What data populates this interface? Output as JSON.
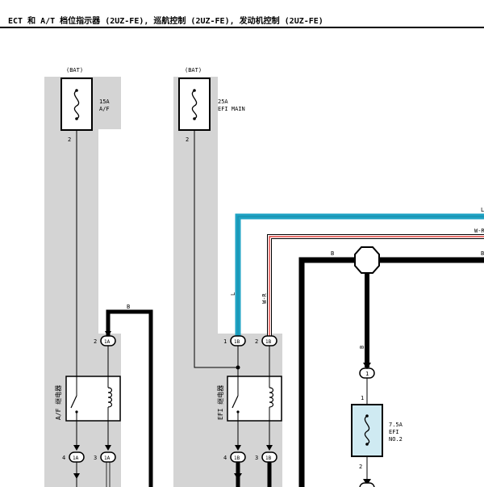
{
  "title": "ECT 和 A/T 档位指示器 (2UZ-FE), 巡航控制 (2UZ-FE), 发动机控制 (2UZ-FE)",
  "colors": {
    "shade": "#d4d4d4",
    "wire_l": "#1ea3c4",
    "wire_wr_red": "#e0403c",
    "relay_fill": "#ffffff",
    "fuse_efi2_fill": "#cfeaf2",
    "black": "#000000"
  },
  "fuses": {
    "af": {
      "source": "(BAT)",
      "rating": "15A",
      "name": "A/F",
      "pin": "2"
    },
    "efi_main": {
      "source": "(BAT)",
      "rating": "25A",
      "name": "EFI MAIN",
      "pin": "2"
    },
    "efi_no2": {
      "rating": "7.5A",
      "name_line1": "EFI",
      "name_line2": "NO.2",
      "pin_top": "1",
      "pin_bottom": "2"
    }
  },
  "relays": {
    "af": {
      "label": "A/F 继电器"
    },
    "efi": {
      "label": "EFI 继电器"
    }
  },
  "wires": {
    "l": "L",
    "wr": "W-R",
    "b_left": "B",
    "b_top": "B",
    "b_vertical": "B",
    "right_edge_1": "L",
    "right_edge_2": "W-R",
    "right_edge_3": "B"
  },
  "connectors": {
    "af_top": {
      "pin": "2",
      "id": "1A"
    },
    "efi_top_l": {
      "pin": "1",
      "id": "1B"
    },
    "efi_top_wr": {
      "pin": "2",
      "id": "1B"
    },
    "af_bottom_left": {
      "pin": "4",
      "id": "1A"
    },
    "af_bottom_right": {
      "pin": "3",
      "id": "1A"
    },
    "efi_bottom_left": {
      "pin": "4",
      "id": "1B"
    },
    "efi_bottom_right": {
      "pin": "3",
      "id": "1B"
    },
    "efi2_top": {
      "pin": "1"
    }
  }
}
